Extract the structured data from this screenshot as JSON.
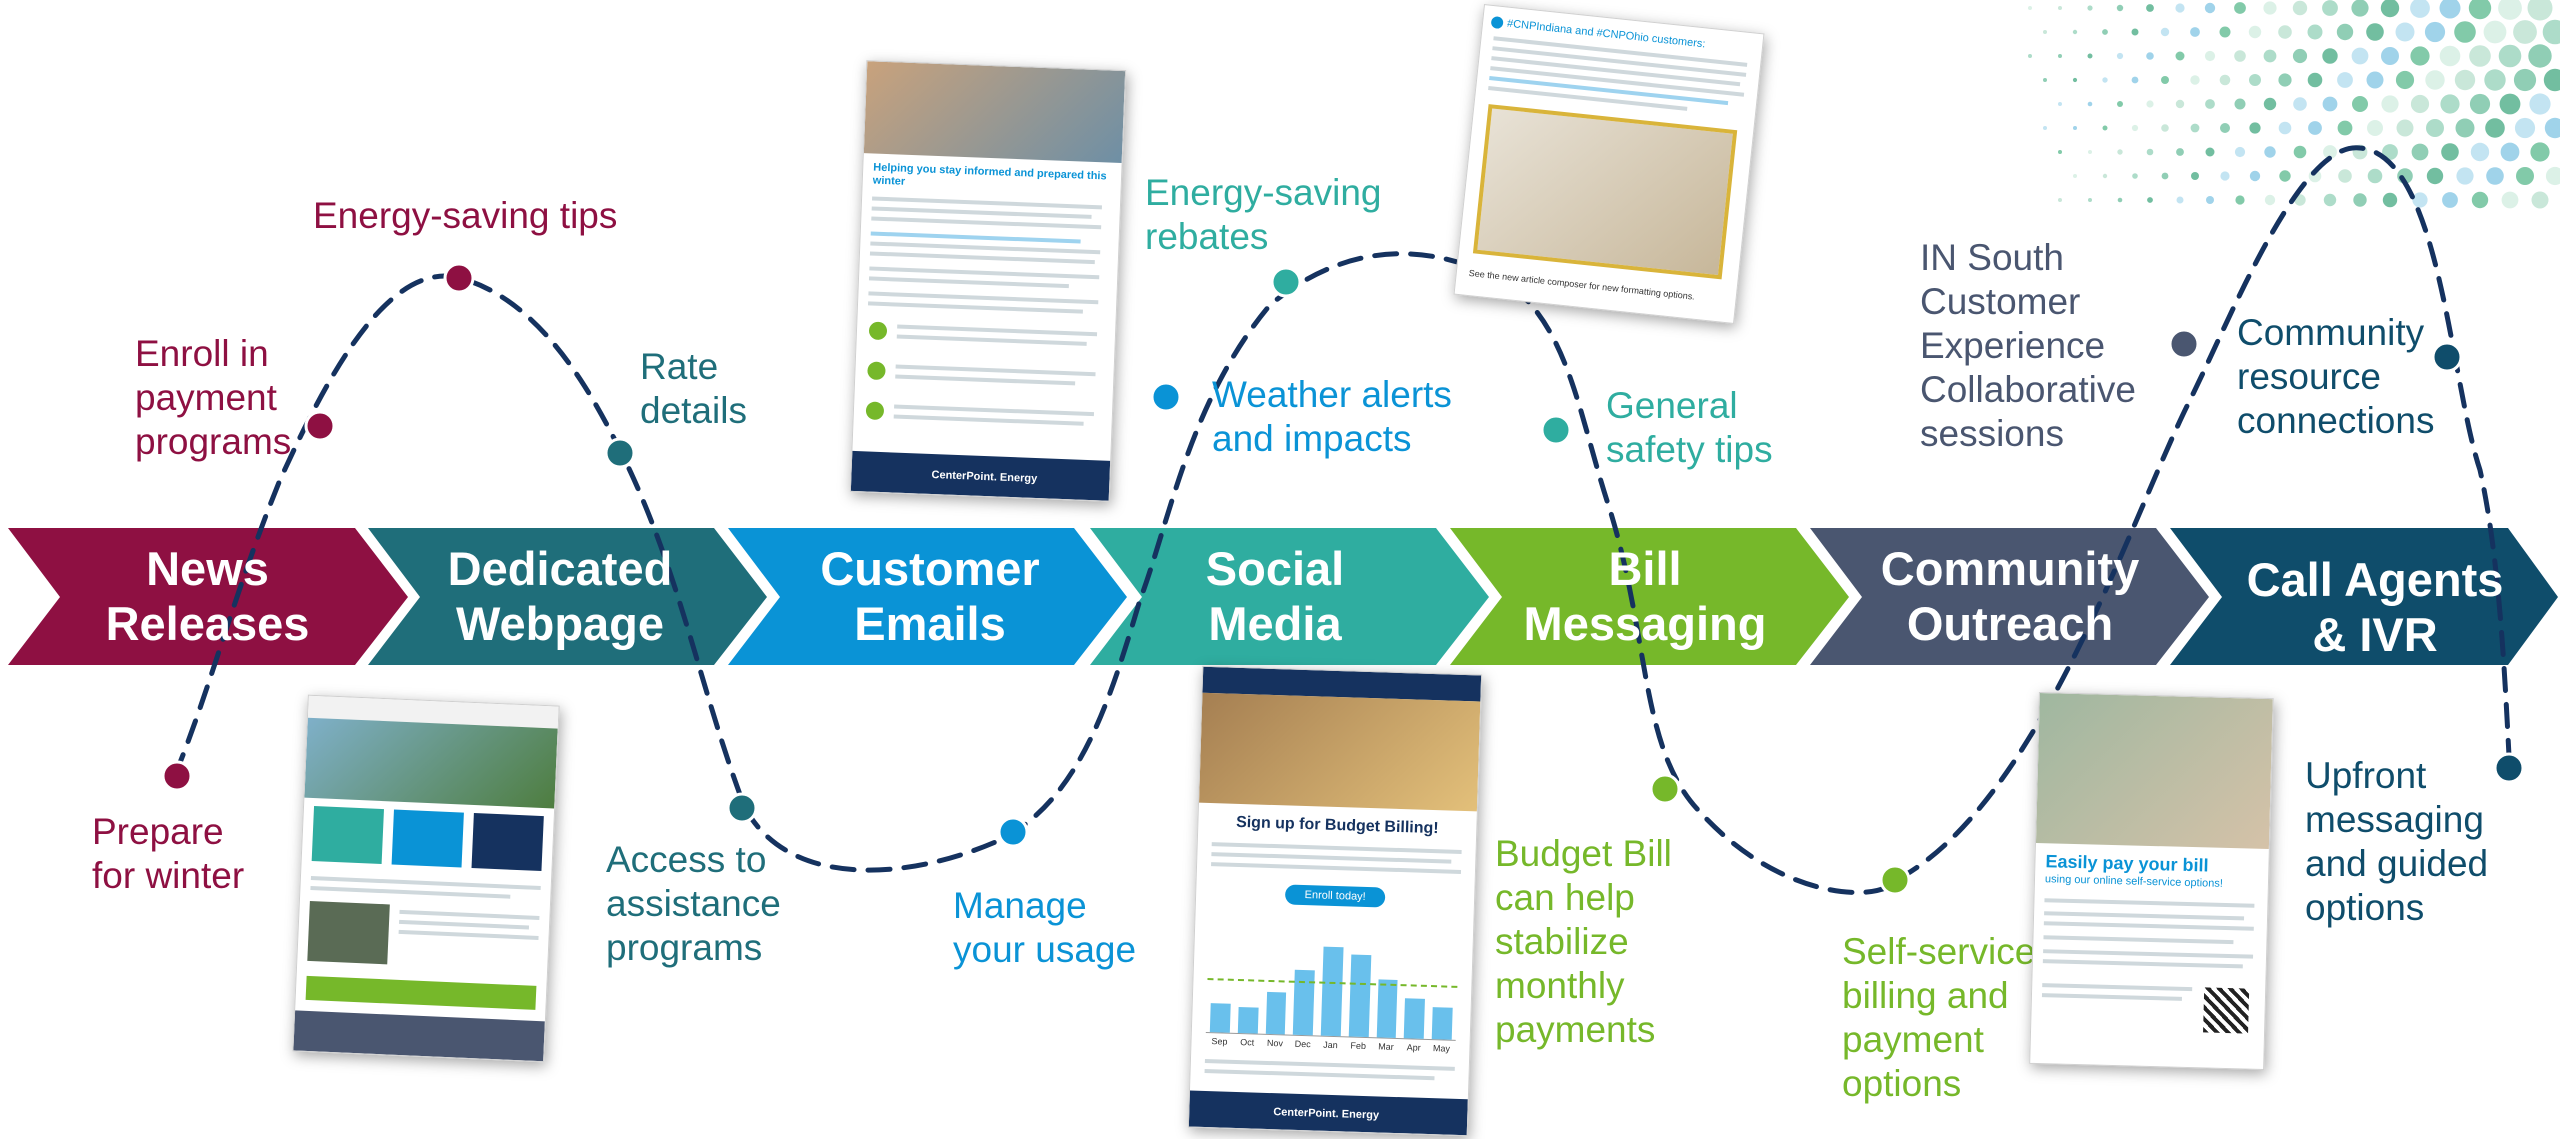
{
  "colors": {
    "news": "#8e1042",
    "webpage": "#1f6e7a",
    "emails": "#0a93d6",
    "social": "#2fada0",
    "bill": "#76b82a",
    "community": "#4a5670",
    "agents": "#0f4d6b",
    "path": "#15325f"
  },
  "stages": [
    {
      "label": "News\nReleases"
    },
    {
      "label": "Dedicated\nWebpage"
    },
    {
      "label": "Customer\nEmails"
    },
    {
      "label": "Social\nMedia"
    },
    {
      "label": "Bill\nMessaging"
    },
    {
      "label": "Community\nOutreach"
    },
    {
      "label": "Call Agents\n& IVR"
    }
  ],
  "labels": {
    "energy_saving_tips": "Energy-saving tips",
    "enroll_payment": "Enroll in\npayment\nprograms",
    "prepare_winter": "Prepare\nfor winter",
    "rate_details": "Rate\ndetails",
    "access_assistance": "Access to\nassistance\nprograms",
    "manage_usage": "Manage\nyour usage",
    "weather_alerts": "Weather alerts\nand impacts",
    "energy_rebates": "Energy-saving\nrebates",
    "safety_tips": "General\nsafety tips",
    "budget_bill": "Budget Bill\ncan help\nstabilize\nmonthly\npayments",
    "self_service": "Self-service\nbilling and\npayment\noptions",
    "in_south": "IN South\nCustomer\nExperience\nCollaborative\nsessions",
    "community_resource": "Community\nresource\nconnections",
    "upfront_messaging": "Upfront\nmessaging\nand guided\noptions"
  },
  "thumbs": {
    "email_heading": "Helping you stay informed and prepared this winter",
    "social_handles": "#CNPIndiana and #CNPOhio customers:",
    "social_footer": "See the new article composer for new formatting options.",
    "budget_title": "Sign up for Budget Billing!",
    "budget_button": "Enroll today!",
    "budget_months": [
      "Sep",
      "Oct",
      "Nov",
      "Dec",
      "Jan",
      "Feb",
      "Mar",
      "Apr",
      "May"
    ],
    "pay_title": "Easily pay your bill",
    "pay_subtitle": "using our online self-service options!",
    "brand": "CenterPoint. Energy"
  }
}
